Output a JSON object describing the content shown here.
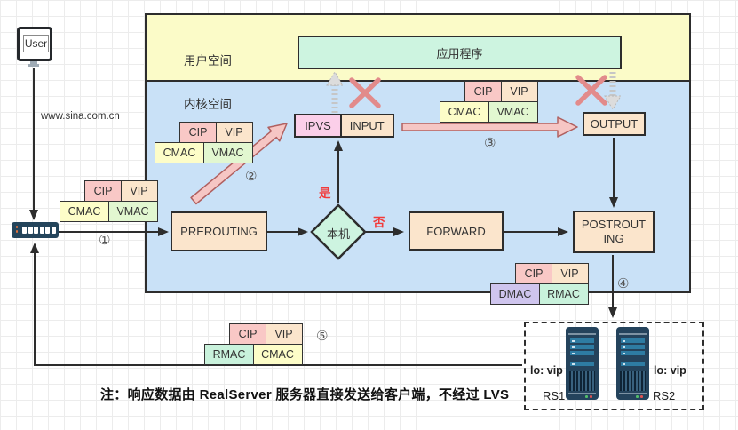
{
  "user": {
    "label": "User",
    "url": "www.sina.com.cn"
  },
  "regions": {
    "user_space": "用户空间",
    "kernel_space": "内核空间",
    "application": "应用程序"
  },
  "nodes": {
    "prerouting": "PREROUTING",
    "ipvs": "IPVS",
    "input": "INPUT",
    "forward": "FORWARD",
    "postrouting": "POSTROUTING",
    "output": "OUTPUT",
    "decision": "本机"
  },
  "decision_labels": {
    "yes": "是",
    "no": "否"
  },
  "steps": {
    "s1": "①",
    "s2": "②",
    "s3": "③",
    "s4": "④",
    "s5": "⑤"
  },
  "packet_tables": {
    "t1": {
      "ip": [
        "CIP",
        "VIP"
      ],
      "mac": [
        "CMAC",
        "VMAC"
      ]
    },
    "t2": {
      "ip": [
        "CIP",
        "VIP"
      ],
      "mac": [
        "CMAC",
        "VMAC"
      ]
    },
    "t3": {
      "ip": [
        "CIP",
        "VIP"
      ],
      "mac": [
        "CMAC",
        "VMAC"
      ]
    },
    "t4": {
      "ip": [
        "CIP",
        "VIP"
      ],
      "mac": [
        "DMAC",
        "RMAC"
      ]
    },
    "t5": {
      "ip": [
        "CIP",
        "VIP"
      ],
      "mac": [
        "RMAC",
        "CMAC"
      ]
    }
  },
  "servers": {
    "rs1": "RS1",
    "rs2": "RS2",
    "lo_vip": "lo: vip"
  },
  "note": "注：响应数据由 RealServer 服务器直接发送给客户端，不经过 LVS",
  "colors": {
    "cip": "#f9c8c6",
    "vip": "#fbe5cc",
    "cmac": "#fdfdc8",
    "vmac": "#e2f7d0",
    "dmac": "#cfc5ee",
    "rmac": "#c9f2dc",
    "ipvs_box": "#fbcfe9",
    "chain_box": "#fbe5cc",
    "user_space": "#fbfbc8",
    "kernel_space": "#c9e1f7",
    "application": "#cdf4e0",
    "decision": "#cdf4e0",
    "arrow_pink": "#f6c6c4",
    "arrow_pink_border": "#b06060",
    "cross_red": "#e28b8b",
    "label_red": "#f23b3b",
    "line_dark": "#2d2d2d"
  }
}
